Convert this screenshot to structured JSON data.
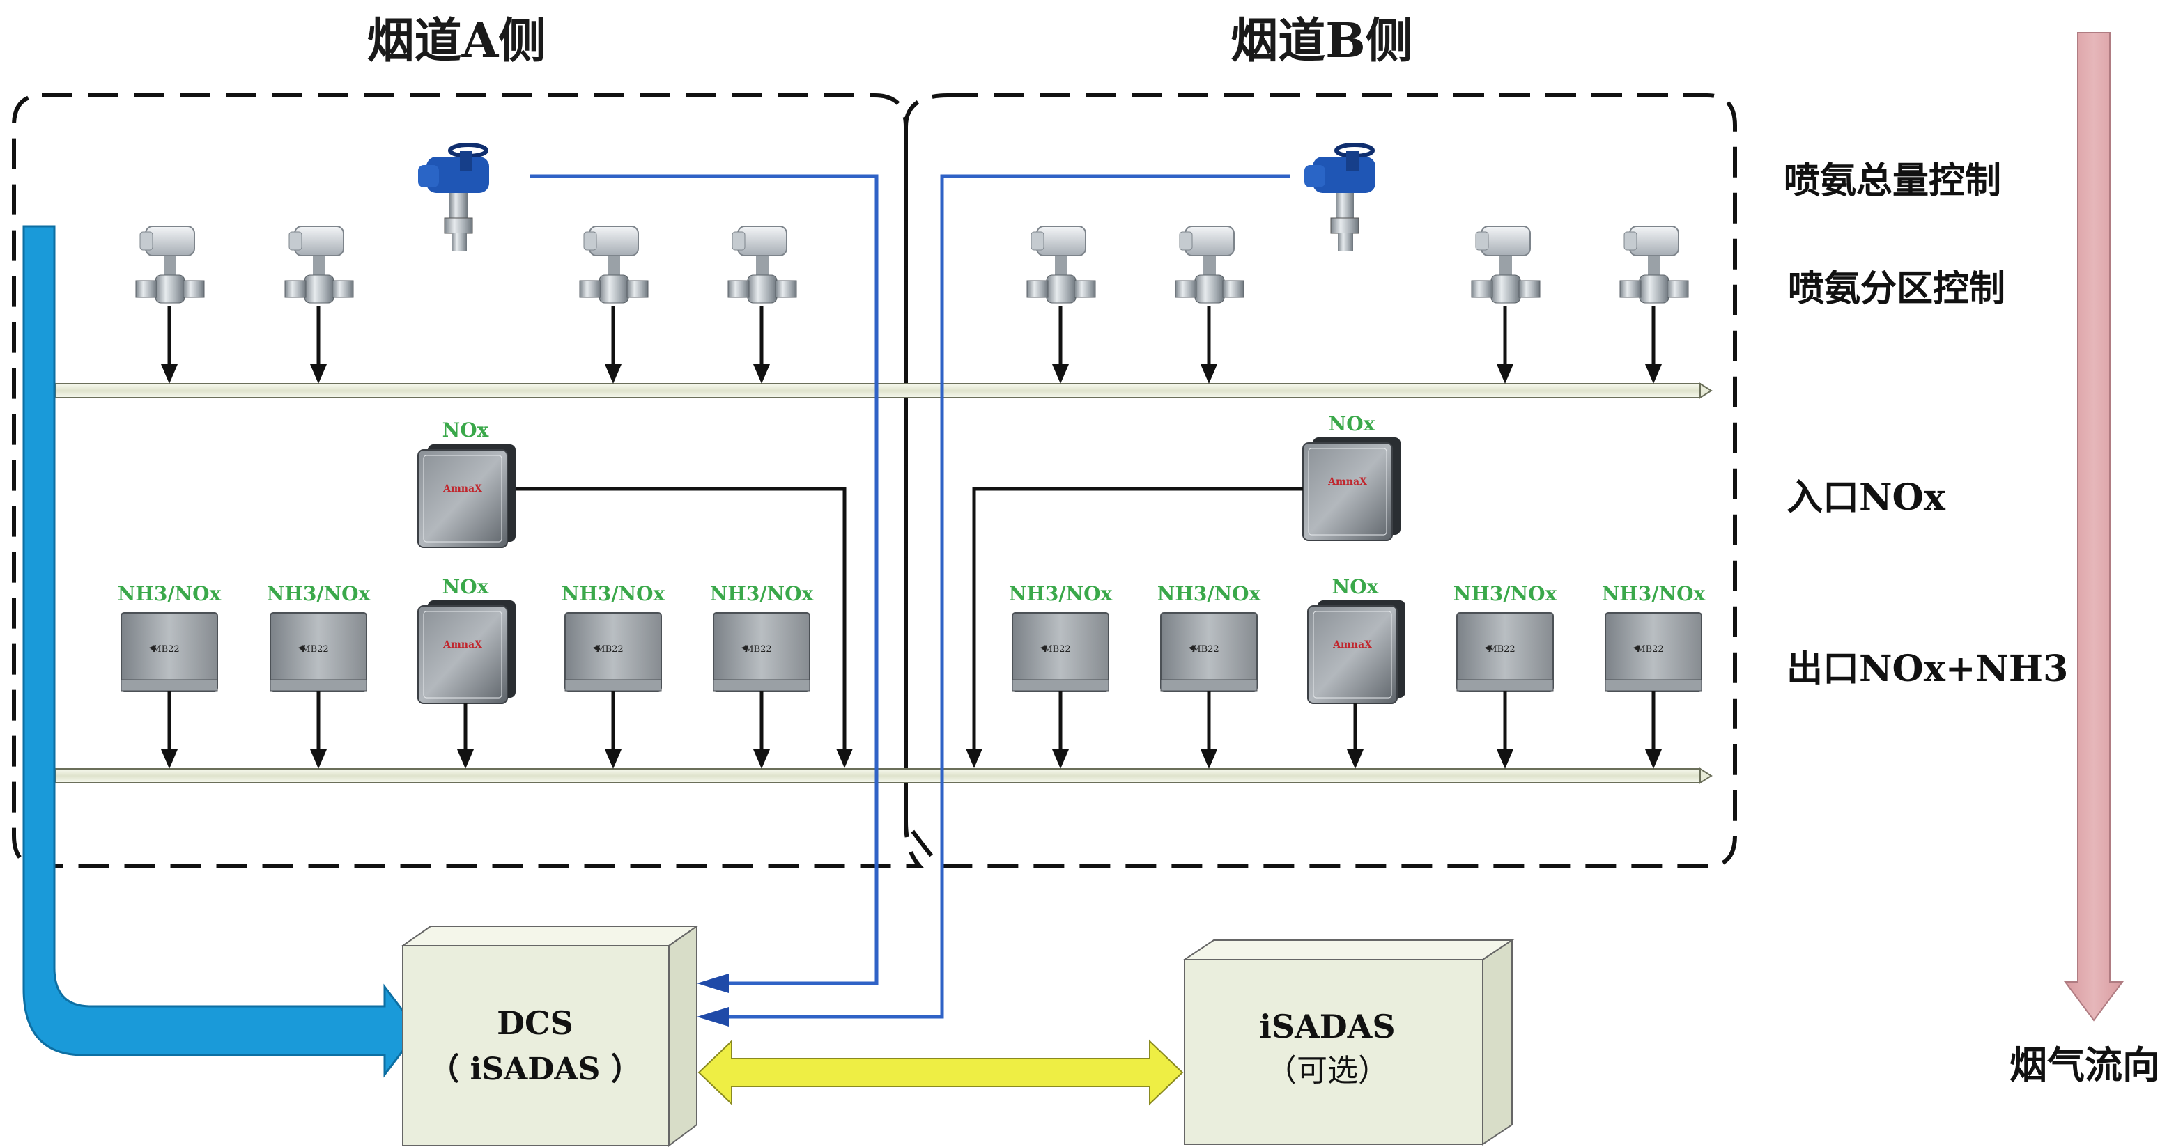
{
  "title_a": "烟道A侧",
  "title_b": "烟道B侧",
  "row_labels": {
    "total_control": "喷氨总量控制",
    "zone_control": "喷氨分区控制",
    "inlet_nox": "入口NOx",
    "outlet": "出口NOx+NH3"
  },
  "flow_direction": "烟气流向",
  "analyzer_labels": {
    "nox": "NOx",
    "nh3_nox": "NH3/NOx"
  },
  "analyzer_brand_text": "AmnaX",
  "small_box_text": "MB22",
  "dcs_box": {
    "line1": "DCS",
    "line2": "（ iSADAS ）"
  },
  "isadas_box": {
    "line1": "iSADAS",
    "line2": "（可选）"
  },
  "colors": {
    "blue_pipe": "#1a9ad9",
    "signal_line": "#2f62c6",
    "yellow_arrow": "#eeee44",
    "flow_arrow": "#dba3a7",
    "box_fill": "#eaeedd",
    "label_green": "#3aa84a"
  }
}
